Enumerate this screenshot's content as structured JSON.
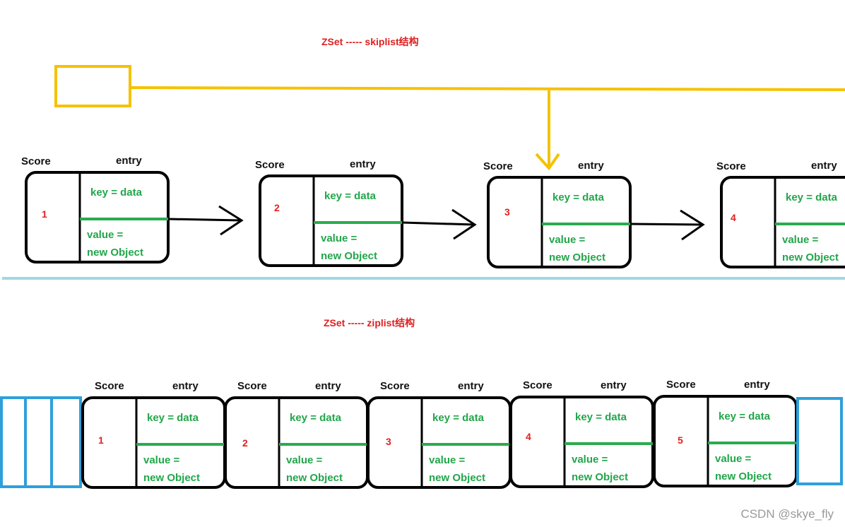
{
  "colors": {
    "box_border": "#000000",
    "divider_line": "#2aab4e",
    "pointer_line": "#f5c200",
    "section_separator": "#9fd9e3",
    "ziplist_end": "#2f9fdb",
    "title": "#e02020",
    "field_text": "#22a64a"
  },
  "skiplist": {
    "title": "ZSet ----- skiplist结构",
    "header_labels": {
      "score": "Score",
      "entry": "entry"
    },
    "nodes": [
      {
        "score": "1",
        "key": "key = data",
        "value_line1": "value =",
        "value_line2": "new Object"
      },
      {
        "score": "2",
        "key": "key = data",
        "value_line1": "value =",
        "value_line2": "new Object"
      },
      {
        "score": "3",
        "key": "key = data",
        "value_line1": "value =",
        "value_line2": "new Object"
      },
      {
        "score": "4",
        "key": "key = data",
        "value_line1": "value =",
        "value_line2": "new Object"
      }
    ]
  },
  "ziplist": {
    "title": "ZSet ----- ziplist结构",
    "header_labels": {
      "score": "Score",
      "entry": "entry"
    },
    "nodes": [
      {
        "score": "1",
        "key": "key = data",
        "value_line1": "value =",
        "value_line2": "new Object"
      },
      {
        "score": "2",
        "key": "key = data",
        "value_line1": "value =",
        "value_line2": "new Object"
      },
      {
        "score": "3",
        "key": "key = data",
        "value_line1": "value =",
        "value_line2": "new Object"
      },
      {
        "score": "4",
        "key": "key = data",
        "value_line1": "value =",
        "value_line2": "new Object"
      },
      {
        "score": "5",
        "key": "key = data",
        "value_line1": "value =",
        "value_line2": "new Object"
      }
    ]
  },
  "watermark": "CSDN @skye_fly"
}
